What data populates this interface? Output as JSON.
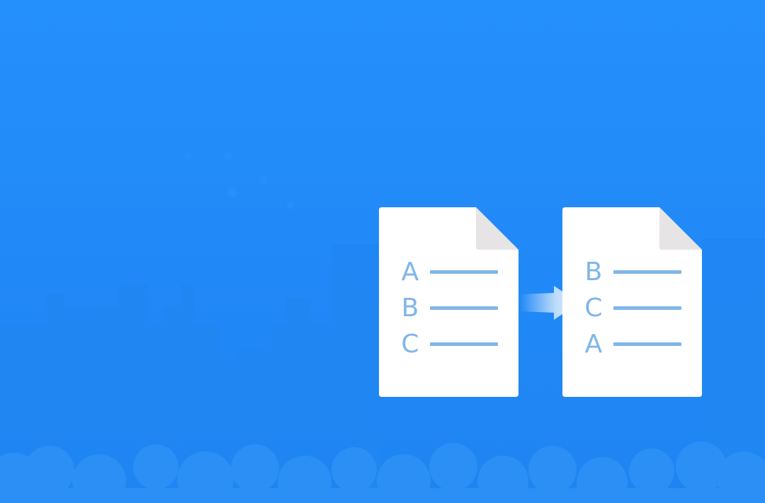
{
  "scene": {
    "background_color": "#2490fb",
    "accent_color": "#7fb6e8",
    "document_color": "#ffffff",
    "fold_color": "#e7e4e5"
  },
  "documents": {
    "before": {
      "rows": [
        {
          "letter": "A"
        },
        {
          "letter": "B"
        },
        {
          "letter": "C"
        }
      ]
    },
    "after": {
      "rows": [
        {
          "letter": "B"
        },
        {
          "letter": "C"
        },
        {
          "letter": "A"
        }
      ]
    }
  },
  "icons": {
    "arrow": "arrow-right-icon",
    "document": "document-icon"
  }
}
